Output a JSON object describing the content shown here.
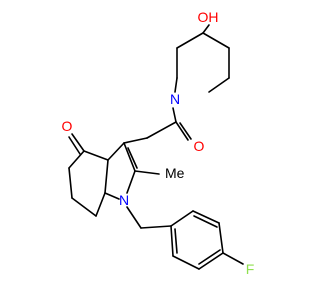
{
  "structure": {
    "colors": {
      "bond": "#000000",
      "carbon": "#000000",
      "oxygen": "#ff0000",
      "nitrogen": "#0000ff",
      "fluorine": "#90e050",
      "background": "#ffffff"
    },
    "labels": {
      "ketone_oxygen": "O",
      "amide_oxygen": "O",
      "hydroxyl": "OH",
      "piperidine_nitrogen": "N",
      "indole_nitrogen": "N",
      "methyl": "Me",
      "fluorine": "F"
    }
  }
}
